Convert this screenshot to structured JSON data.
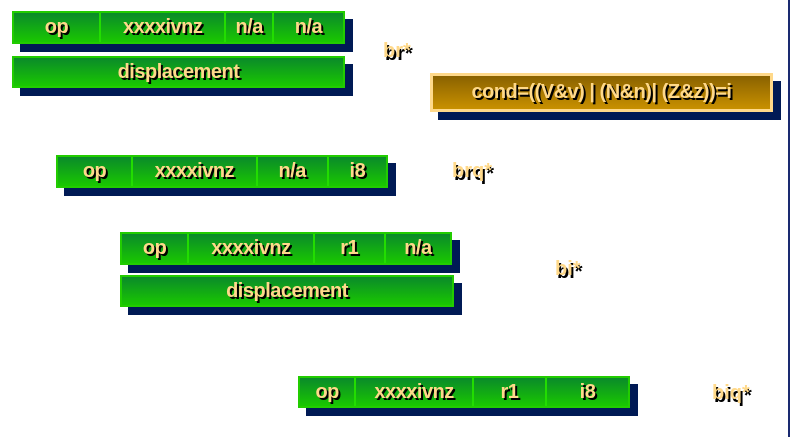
{
  "rows": [
    {
      "cells": [
        "op",
        "xxxxivnz",
        "n/a",
        "n/a"
      ],
      "displacement": "displacement",
      "label": "br*"
    },
    {
      "cells": [
        "op",
        "xxxxivnz",
        "n/a",
        "i8"
      ],
      "label": "brq*"
    },
    {
      "cells": [
        "op",
        "xxxxivnz",
        "r1",
        "n/a"
      ],
      "displacement": "displacement",
      "label": "bi*"
    },
    {
      "cells": [
        "op",
        "xxxxivnz",
        "r1",
        "i8"
      ],
      "label": "biq*"
    }
  ],
  "condition": "cond=((V&v) | (N&n)| (Z&z))=i"
}
